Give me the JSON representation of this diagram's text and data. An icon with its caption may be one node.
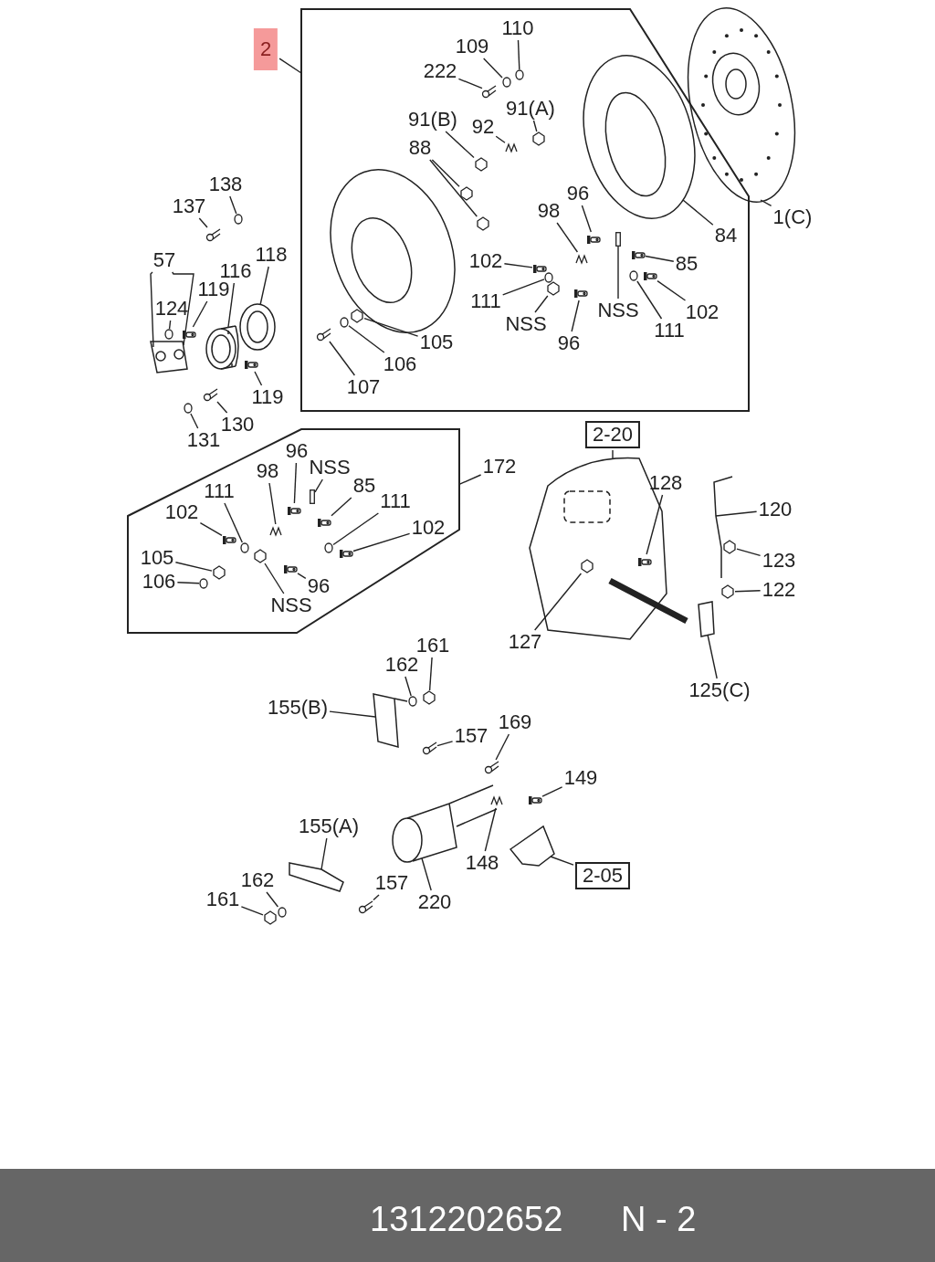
{
  "diagram": {
    "nodes": [
      {
        "text": [
          "2"
        ]
      },
      {
        "text": [],
        "shape": "box"
      },
      {
        "text": [
          "110"
        ],
        "in": 1
      },
      {
        "text": [
          "109"
        ],
        "in": 1
      },
      {
        "text": [
          "222"
        ],
        "in": 1
      },
      {
        "text": [
          "91(B)"
        ],
        "in": 1
      },
      {
        "text": [
          "92"
        ],
        "in": 1
      },
      {
        "text": [
          "91(A)"
        ],
        "in": 1
      },
      {
        "text": [
          "88"
        ],
        "in": 1
      },
      {
        "text": [
          "96"
        ],
        "in": 1
      },
      {
        "text": [
          "98"
        ],
        "in": 1
      },
      {
        "text": [
          "102"
        ],
        "in": 1
      },
      {
        "text": [
          "85"
        ],
        "in": 1
      },
      {
        "text": [
          "111"
        ],
        "in": 1
      },
      {
        "text": [
          "NSS"
        ],
        "in": 1
      },
      {
        "text": [
          "96"
        ],
        "in": 1
      },
      {
        "text": [
          "NSS"
        ],
        "in": 1
      },
      {
        "text": [
          "111"
        ],
        "in": 1
      },
      {
        "text": [
          "102"
        ],
        "in": 1
      },
      {
        "text": [
          "84"
        ],
        "in": 1
      },
      {
        "text": [
          "105"
        ],
        "in": 1
      },
      {
        "text": [
          "106"
        ],
        "in": 1
      },
      {
        "text": [
          "107"
        ],
        "in": 1
      },
      {
        "text": [
          "1(C)"
        ]
      },
      {
        "text": [
          "138"
        ]
      },
      {
        "text": [
          "137"
        ]
      },
      {
        "text": [
          "57"
        ]
      },
      {
        "text": [
          "124"
        ]
      },
      {
        "text": [
          "119"
        ]
      },
      {
        "text": [
          "116"
        ]
      },
      {
        "text": [
          "118"
        ]
      },
      {
        "text": [
          "119"
        ]
      },
      {
        "text": [
          "130"
        ]
      },
      {
        "text": [
          "131"
        ]
      },
      {
        "text": [
          "172"
        ]
      },
      {
        "text": [],
        "shape": "box"
      },
      {
        "text": [
          "96"
        ],
        "in": 35
      },
      {
        "text": [
          "NSS"
        ],
        "in": 35
      },
      {
        "text": [
          "98"
        ],
        "in": 35
      },
      {
        "text": [
          "111"
        ],
        "in": 35
      },
      {
        "text": [
          "85"
        ],
        "in": 35
      },
      {
        "text": [
          "111"
        ],
        "in": 35
      },
      {
        "text": [
          "102"
        ],
        "in": 35
      },
      {
        "text": [
          "102"
        ],
        "in": 35
      },
      {
        "text": [
          "105"
        ],
        "in": 35
      },
      {
        "text": [
          "106"
        ],
        "in": 35
      },
      {
        "text": [
          "NSS"
        ],
        "in": 35
      },
      {
        "text": [
          "96"
        ],
        "in": 35
      },
      {
        "text": [
          "2-20"
        ]
      },
      {
        "text": [
          "128"
        ]
      },
      {
        "text": [
          "120"
        ]
      },
      {
        "text": [
          "123"
        ]
      },
      {
        "text": [
          "122"
        ]
      },
      {
        "text": [
          "127"
        ]
      },
      {
        "text": [
          "125(C)"
        ]
      },
      {
        "text": [
          "161"
        ]
      },
      {
        "text": [
          "162"
        ]
      },
      {
        "text": [
          "155(B)"
        ]
      },
      {
        "text": [
          "157"
        ]
      },
      {
        "text": [
          "169"
        ]
      },
      {
        "text": [
          "149"
        ]
      },
      {
        "text": [
          "148"
        ]
      },
      {
        "text": [
          "155(A)"
        ]
      },
      {
        "text": [
          "2-05"
        ]
      },
      {
        "text": [
          "162"
        ]
      },
      {
        "text": [
          "161"
        ]
      },
      {
        "text": [
          "157"
        ]
      },
      {
        "text": [
          "220"
        ]
      },
      {
        "text": [],
        "shape": "circle",
        "in": 1
      },
      {
        "text": [],
        "shape": "circle",
        "in": 1
      },
      {
        "text": [],
        "shape": "picture",
        "in": 1
      },
      {
        "text": [],
        "shape": "picture",
        "in": 1
      },
      {
        "text": [],
        "shape": "picture",
        "in": 1
      },
      {
        "text": [],
        "shape": "picture",
        "in": 1
      },
      {
        "text": [],
        "shape": "picture",
        "in": 1
      },
      {
        "text": [],
        "shape": "picture",
        "in": 1
      },
      {
        "text": [],
        "shape": "picture",
        "in": 1
      },
      {
        "text": [],
        "shape": "picture",
        "in": 1
      },
      {
        "text": [],
        "shape": "picture",
        "in": 1
      },
      {
        "text": [],
        "shape": "picture",
        "in": 1
      },
      {
        "text": [],
        "shape": "circle",
        "in": 1
      },
      {
        "text": [],
        "shape": "picture",
        "in": 1
      },
      {
        "text": [],
        "shape": "picture",
        "in": 1
      },
      {
        "text": [],
        "shape": "box",
        "in": 1
      },
      {
        "text": [],
        "shape": "circle",
        "in": 1
      },
      {
        "text": [],
        "shape": "picture",
        "in": 1
      },
      {
        "text": [],
        "shape": "picture",
        "in": 1
      },
      {
        "text": [],
        "shape": "picture",
        "in": 1
      },
      {
        "text": [],
        "shape": "circle",
        "in": 1
      },
      {
        "text": [],
        "shape": "picture",
        "in": 1
      },
      {
        "text": [],
        "shape": "picture"
      },
      {
        "text": [],
        "shape": "circle"
      },
      {
        "text": [],
        "shape": "picture"
      },
      {
        "text": [],
        "shape": "picture"
      },
      {
        "text": [],
        "shape": "circle"
      },
      {
        "text": [],
        "shape": "picture"
      },
      {
        "text": [],
        "shape": "picture"
      },
      {
        "text": [],
        "shape": "picture"
      },
      {
        "text": [],
        "shape": "picture"
      },
      {
        "text": [],
        "shape": "picture"
      },
      {
        "text": [],
        "shape": "circle"
      },
      {
        "text": [],
        "shape": "picture",
        "in": 35
      },
      {
        "text": [],
        "shape": "box",
        "in": 35
      },
      {
        "text": [],
        "shape": "picture",
        "in": 35
      },
      {
        "text": [],
        "shape": "circle",
        "in": 35
      },
      {
        "text": [],
        "shape": "picture",
        "in": 35
      },
      {
        "text": [],
        "shape": "circle",
        "in": 35
      },
      {
        "text": [],
        "shape": "picture",
        "in": 35
      },
      {
        "text": [],
        "shape": "picture",
        "in": 35
      },
      {
        "text": [],
        "shape": "picture",
        "in": 35
      },
      {
        "text": [],
        "shape": "circle",
        "in": 35
      },
      {
        "text": [],
        "shape": "picture",
        "in": 35
      },
      {
        "text": [],
        "shape": "picture",
        "in": 35
      },
      {
        "text": [],
        "shape": "picture"
      },
      {
        "text": [],
        "shape": "picture",
        "in": 113
      },
      {
        "text": [],
        "shape": "picture"
      },
      {
        "text": [],
        "shape": "picture",
        "in": 115
      },
      {
        "text": [],
        "shape": "picture"
      },
      {
        "text": [],
        "shape": "picture",
        "in": 113
      },
      {
        "text": [],
        "shape": "picture"
      },
      {
        "text": [],
        "shape": "picture"
      },
      {
        "text": [],
        "shape": "circle"
      },
      {
        "text": [],
        "shape": "picture"
      },
      {
        "text": [],
        "shape": "picture"
      },
      {
        "text": [],
        "shape": "picture"
      },
      {
        "text": [],
        "shape": "picture"
      },
      {
        "text": [],
        "shape": "picture"
      },
      {
        "text": [],
        "shape": "picture"
      },
      {
        "text": [],
        "shape": "picture"
      },
      {
        "text": [],
        "shape": "circle"
      },
      {
        "text": [],
        "shape": "picture"
      },
      {
        "text": [],
        "shape": "picture"
      },
      {
        "text": [],
        "shape": "picture"
      }
    ],
    "edges": [
      {
        "from": 0,
        "to": 1,
        "arrow": "none"
      },
      {
        "from": 2,
        "to": 68,
        "arrow": "none"
      },
      {
        "from": 3,
        "to": 69,
        "arrow": "none"
      },
      {
        "from": 4,
        "to": 70,
        "arrow": "none"
      },
      {
        "from": 5,
        "to": 71,
        "arrow": "none"
      },
      {
        "from": 6,
        "to": 72,
        "arrow": "none"
      },
      {
        "from": 7,
        "to": 73,
        "arrow": "none"
      },
      {
        "from": 8,
        "to": 74,
        "arrow": "none"
      },
      {
        "from": 8,
        "to": 75,
        "arrow": "none"
      },
      {
        "from": 9,
        "to": 76,
        "arrow": "none"
      },
      {
        "from": 10,
        "to": 77,
        "arrow": "none"
      },
      {
        "from": 11,
        "to": 78,
        "arrow": "none"
      },
      {
        "from": 12,
        "to": 79,
        "arrow": "none"
      },
      {
        "from": 13,
        "to": 80,
        "arrow": "none"
      },
      {
        "from": 14,
        "to": 81,
        "arrow": "none"
      },
      {
        "from": 15,
        "to": 82,
        "arrow": "none"
      },
      {
        "from": 16,
        "to": 83,
        "arrow": "none"
      },
      {
        "from": 17,
        "to": 84,
        "arrow": "none"
      },
      {
        "from": 18,
        "to": 85,
        "arrow": "none"
      },
      {
        "from": 19,
        "to": 86,
        "arrow": "none"
      },
      {
        "from": 20,
        "to": 87,
        "arrow": "none"
      },
      {
        "from": 21,
        "to": 88,
        "arrow": "none"
      },
      {
        "from": 22,
        "to": 89,
        "arrow": "none"
      },
      {
        "from": 23,
        "to": 90,
        "arrow": "none"
      },
      {
        "from": 24,
        "to": 91,
        "arrow": "none"
      },
      {
        "from": 25,
        "to": 92,
        "arrow": "none"
      },
      {
        "from": 26,
        "to": 93,
        "arrow": "none"
      },
      {
        "from": 26,
        "to": 93,
        "arrow": "none"
      },
      {
        "from": 27,
        "to": 94,
        "arrow": "none"
      },
      {
        "from": 28,
        "to": 95,
        "arrow": "none"
      },
      {
        "from": 29,
        "to": 96,
        "arrow": "none"
      },
      {
        "from": 30,
        "to": 97,
        "arrow": "none"
      },
      {
        "from": 31,
        "to": 98,
        "arrow": "none"
      },
      {
        "from": 32,
        "to": 99,
        "arrow": "none"
      },
      {
        "from": 33,
        "to": 100,
        "arrow": "none"
      },
      {
        "from": 34,
        "to": 35,
        "arrow": "none"
      },
      {
        "from": 36,
        "to": 101,
        "arrow": "none"
      },
      {
        "from": 37,
        "to": 102,
        "arrow": "none"
      },
      {
        "from": 38,
        "to": 103,
        "arrow": "none"
      },
      {
        "from": 39,
        "to": 104,
        "arrow": "none"
      },
      {
        "from": 40,
        "to": 105,
        "arrow": "none"
      },
      {
        "from": 41,
        "to": 106,
        "arrow": "none"
      },
      {
        "from": 42,
        "to": 107,
        "arrow": "none"
      },
      {
        "from": 43,
        "to": 108,
        "arrow": "none"
      },
      {
        "from": 44,
        "to": 109,
        "arrow": "none"
      },
      {
        "from": 45,
        "to": 110,
        "arrow": "none"
      },
      {
        "from": 46,
        "to": 111,
        "arrow": "none"
      },
      {
        "from": 47,
        "to": 112,
        "arrow": "none"
      },
      {
        "from": 48,
        "to": 113,
        "arrow": "none"
      },
      {
        "from": 49,
        "to": 118,
        "arrow": "none"
      },
      {
        "from": 50,
        "to": 115,
        "arrow": "none"
      },
      {
        "from": 51,
        "to": 116,
        "arrow": "none"
      },
      {
        "from": 52,
        "to": 117,
        "arrow": "none"
      },
      {
        "from": 53,
        "to": 114,
        "arrow": "none"
      },
      {
        "from": 54,
        "to": 119,
        "arrow": "none"
      },
      {
        "from": 55,
        "to": 120,
        "arrow": "none"
      },
      {
        "from": 56,
        "to": 121,
        "arrow": "none"
      },
      {
        "from": 57,
        "to": 122,
        "arrow": "none"
      },
      {
        "from": 58,
        "to": 123,
        "arrow": "none"
      },
      {
        "from": 59,
        "to": 124,
        "arrow": "none"
      },
      {
        "from": 60,
        "to": 125,
        "arrow": "none"
      },
      {
        "from": 61,
        "to": 126,
        "arrow": "none"
      },
      {
        "from": 62,
        "to": 127,
        "arrow": "none"
      },
      {
        "from": 63,
        "to": 128,
        "arrow": "none"
      },
      {
        "from": 64,
        "to": 129,
        "arrow": "none"
      },
      {
        "from": 65,
        "to": 130,
        "arrow": "none"
      },
      {
        "from": 66,
        "to": 131,
        "arrow": "none"
      },
      {
        "from": 67,
        "to": 132,
        "arrow": "none"
      }
    ],
    "labels": [
      "1312202652",
      "N - 2"
    ]
  }
}
